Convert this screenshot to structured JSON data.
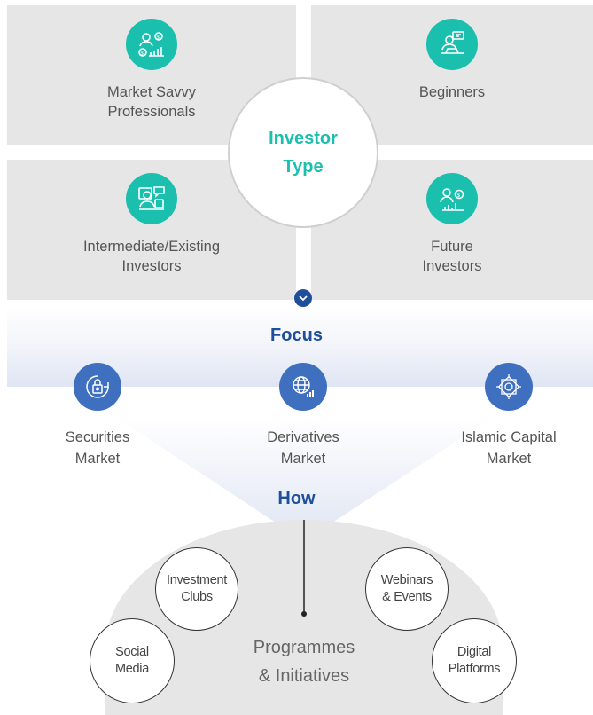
{
  "investor_type": {
    "title": "Investor\nType",
    "quadrants": [
      {
        "label": "Market Savvy\nProfessionals",
        "icon": "professional-investor-icon"
      },
      {
        "label": "Beginners",
        "icon": "beginner-laptop-icon"
      },
      {
        "label": "Intermediate/Existing\nInvestors",
        "icon": "intermediate-investor-icon"
      },
      {
        "label": "Future\nInvestors",
        "icon": "future-investor-icon"
      }
    ]
  },
  "focus": {
    "heading": "Focus",
    "items": [
      {
        "label": "Securities\nMarket",
        "icon": "securities-lock-icon"
      },
      {
        "label": "Derivatives\nMarket",
        "icon": "derivatives-globe-icon"
      },
      {
        "label": "Islamic Capital\nMarket",
        "icon": "islamic-pattern-icon"
      }
    ]
  },
  "how": {
    "heading": "How",
    "center": "Programmes\n& Initiatives",
    "channels": [
      {
        "label": "Investment\nClubs"
      },
      {
        "label": "Webinars\n& Events"
      },
      {
        "label": "Social\nMedia"
      },
      {
        "label": "Digital\nPlatforms"
      }
    ]
  },
  "colors": {
    "teal": "#1bbfae",
    "navy": "#1f4f9a",
    "focus_blue": "#3f6fbf",
    "panel_grey": "#e6e6e6"
  }
}
